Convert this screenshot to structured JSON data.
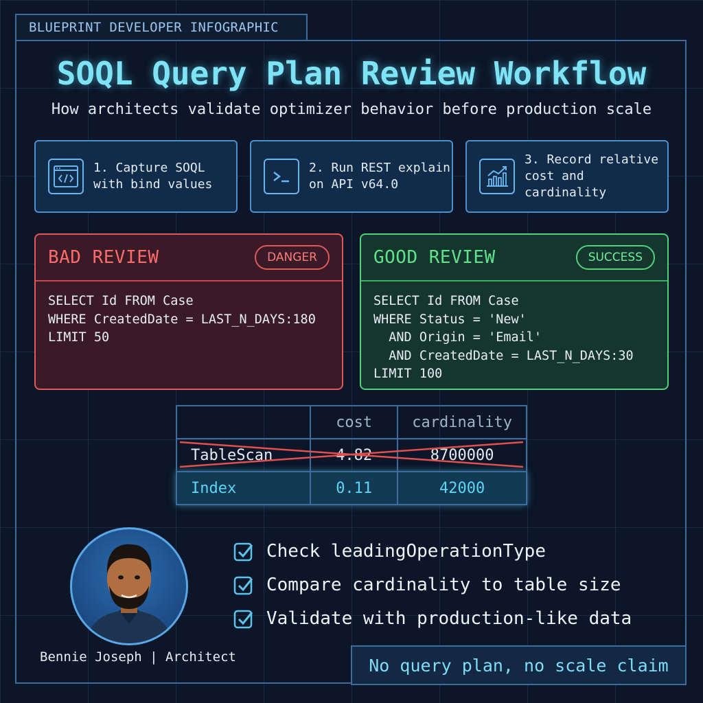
{
  "header_tag": "BLUEPRINT DEVELOPER INFOGRAPHIC",
  "title": "SOQL Query Plan Review Workflow",
  "subtitle": "How architects validate optimizer behavior before production scale",
  "steps": [
    {
      "icon": "code-icon",
      "label": "1. Capture SOQL\nwith bind values"
    },
    {
      "icon": "terminal-icon",
      "label": "2. Run REST explain\n on API v64.0"
    },
    {
      "icon": "chart-icon",
      "label": "3. Record relative\ncost and\ncardinality"
    }
  ],
  "bad_review": {
    "title": "BAD REVIEW",
    "badge": "DANGER",
    "query": "SELECT Id FROM Case\nWHERE CreatedDate = LAST_N_DAYS:180\nLIMIT 50",
    "color": "#e05a5a"
  },
  "good_review": {
    "title": "GOOD REVIEW",
    "badge": "SUCCESS",
    "query": "SELECT Id FROM Case\nWHERE Status = 'New'\n  AND Origin = 'Email'\n  AND CreatedDate = LAST_N_DAYS:30\nLIMIT 100",
    "color": "#4fd37a"
  },
  "plan_table": {
    "headers": [
      "",
      "cost",
      "cardinality"
    ],
    "rows": [
      {
        "operation": "TableScan",
        "cost": "4.82",
        "cardinality": "8700000",
        "struck_out": true
      },
      {
        "operation": "Index",
        "cost": "0.11",
        "cardinality": "42000",
        "highlighted": true
      }
    ]
  },
  "author": "Bennie Joseph | Architect",
  "checklist": [
    "Check leadingOperationType",
    "Compare cardinality to table size",
    "Validate with production-like data"
  ],
  "claim": "No query plan, no scale claim",
  "colors": {
    "accent": "#7fe3f6",
    "background": "#0c1628",
    "border": "#3d6c9f"
  }
}
